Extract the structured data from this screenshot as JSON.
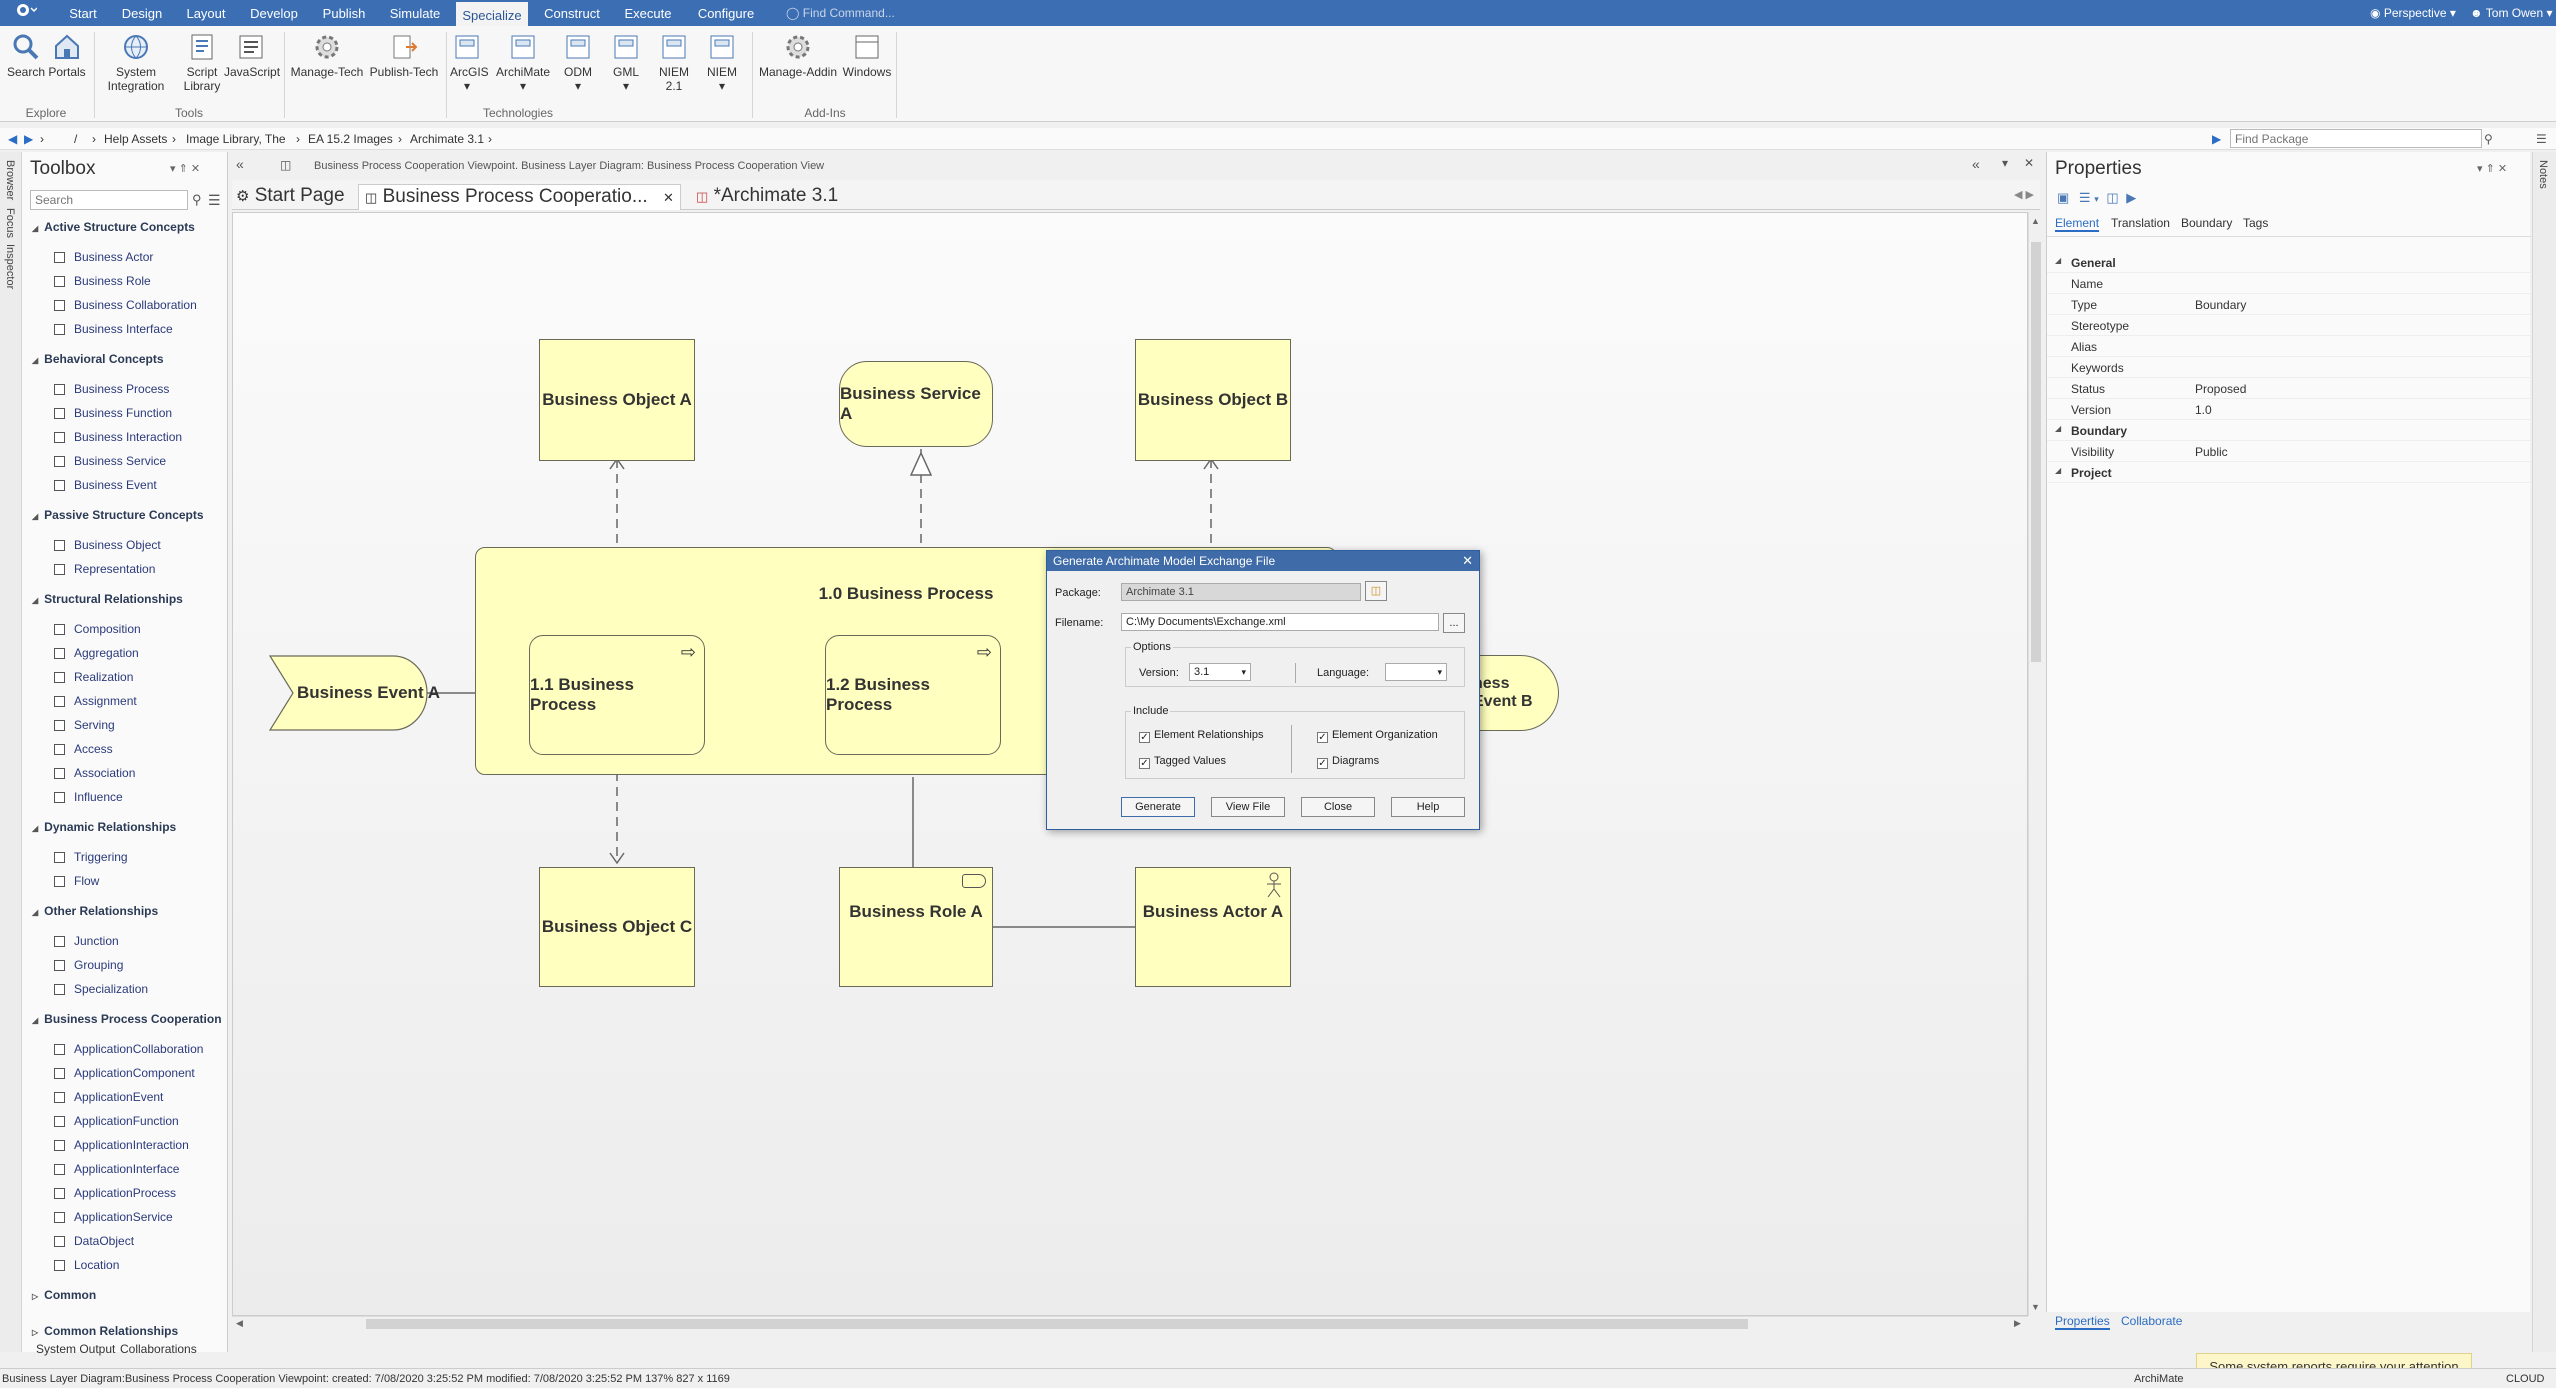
{
  "ribbon_tabs": [
    "Start",
    "Design",
    "Layout",
    "Develop",
    "Publish",
    "Simulate",
    "Specialize",
    "Construct",
    "Execute",
    "Configure"
  ],
  "active_tab": "Specialize",
  "find_command": "Find Command...",
  "perspective": "Perspective",
  "user": "Tom Owen",
  "ribbon_buttons": {
    "search": "Search",
    "portals": "Portals",
    "system_integration_1": "System",
    "system_integration_2": "Integration",
    "script_1": "Script",
    "script_2": "Library",
    "javascript": "JavaScript",
    "manage_tech": "Manage-Tech",
    "publish_tech": "Publish-Tech",
    "arcgis": "ArcGIS",
    "archimate": "ArchiMate",
    "odm": "ODM",
    "gml": "GML",
    "niem21_1": "NIEM",
    "niem21_2": "2.1",
    "niem": "NIEM",
    "manage_addin": "Manage-Addin",
    "windows": "Windows"
  },
  "ribbon_groups": {
    "explore": "Explore",
    "tools": "Tools",
    "technologies": "Technologies",
    "addins": "Add-Ins"
  },
  "breadcrumb": [
    "/",
    "Help Assets",
    "Image Library, The",
    "EA 15.2 Images",
    "Archimate 3.1"
  ],
  "find_package": "Find Package",
  "left_vtabs": [
    "Browser",
    "Focus",
    "Inspector"
  ],
  "toolbox": {
    "title": "Toolbox",
    "search_placeholder": "Search",
    "categories": [
      {
        "name": "Active Structure Concepts",
        "items": [
          "Business Actor",
          "Business Role",
          "Business Collaboration",
          "Business Interface"
        ]
      },
      {
        "name": "Behavioral Concepts",
        "items": [
          "Business Process",
          "Business Function",
          "Business Interaction",
          "Business Service",
          "Business Event"
        ]
      },
      {
        "name": "Passive Structure Concepts",
        "items": [
          "Business Object",
          "Representation"
        ]
      },
      {
        "name": "Structural Relationships",
        "items": [
          "Composition",
          "Aggregation",
          "Realization",
          "Assignment",
          "Serving",
          "Access",
          "Association",
          "Influence"
        ]
      },
      {
        "name": "Dynamic Relationships",
        "items": [
          "Triggering",
          "Flow"
        ]
      },
      {
        "name": "Other Relationships",
        "items": [
          "Junction",
          "Grouping",
          "Specialization"
        ]
      },
      {
        "name": "Business Process Cooperation",
        "items": [
          "ApplicationCollaboration",
          "ApplicationComponent",
          "ApplicationEvent",
          "ApplicationFunction",
          "ApplicationInteraction",
          "ApplicationInterface",
          "ApplicationProcess",
          "ApplicationService",
          "DataObject",
          "Location"
        ]
      },
      {
        "name": "Common",
        "items": []
      },
      {
        "name": "Common Relationships",
        "items": []
      }
    ]
  },
  "diagram_header": "Business Process Cooperation Viewpoint.  Business Layer Diagram: Business Process Cooperation View",
  "doc_tabs": [
    "Start Page",
    "Business Process Cooperatio...",
    "*Archimate 3.1"
  ],
  "diagram": {
    "boundary": "1.0 Business Process",
    "bo_a": "Business Object A",
    "bs_a": "Business Service A",
    "bo_b": "Business Object B",
    "be_a": "Business Event A",
    "bp_11": "1.1 Business Process",
    "bp_12": "1.2 Business Process",
    "be_b": "ness Event B",
    "bo_c": "Business Object C",
    "br_a": "Business Role A",
    "ba_a": "Business Actor A"
  },
  "properties": {
    "title": "Properties",
    "tabs": [
      "Element",
      "Translation",
      "Boundary",
      "Tags"
    ],
    "rows": [
      {
        "k": "General",
        "v": "",
        "cat": true
      },
      {
        "k": "Name",
        "v": ""
      },
      {
        "k": "Type",
        "v": "Boundary"
      },
      {
        "k": "Stereotype",
        "v": ""
      },
      {
        "k": "Alias",
        "v": ""
      },
      {
        "k": "Keywords",
        "v": ""
      },
      {
        "k": "Status",
        "v": "Proposed"
      },
      {
        "k": "Version",
        "v": "1.0"
      },
      {
        "k": "Boundary",
        "v": "",
        "cat": true
      },
      {
        "k": "Visibility",
        "v": "Public"
      },
      {
        "k": "Project",
        "v": "",
        "cat": true
      }
    ],
    "bottom_tabs": [
      "Properties",
      "Collaborate"
    ]
  },
  "right_vtab": "Notes",
  "dialog": {
    "title": "Generate Archimate Model Exchange File",
    "package_label": "Package:",
    "package_value": "Archimate 3.1",
    "filename_label": "Filename:",
    "filename_value": "C:\\My Documents\\Exchange.xml",
    "browse": "...",
    "options_label": "Options",
    "version_label": "Version:",
    "version_value": "3.1",
    "language_label": "Language:",
    "language_value": "",
    "include_label": "Include",
    "chk_rel": "Element Relationships",
    "chk_org": "Element Organization",
    "chk_tag": "Tagged Values",
    "chk_diag": "Diagrams",
    "btn_generate": "Generate",
    "btn_view": "View File",
    "btn_close": "Close",
    "btn_help": "Help"
  },
  "bottom_panel_tabs": [
    "System Output",
    "Collaborations"
  ],
  "status": {
    "left": "Business Layer Diagram:Business Process Cooperation Viewpoint:  created: 7/08/2020 3:25:52 PM  modified: 7/08/2020 3:25:52 PM   137%   827 x 1169",
    "right1": "ArchiMate",
    "right2": "CLOUD"
  },
  "notification": "Some system reports require your attention",
  "colors": {
    "accent": "#3c6eb4",
    "node_fill": "#ffffc0"
  }
}
